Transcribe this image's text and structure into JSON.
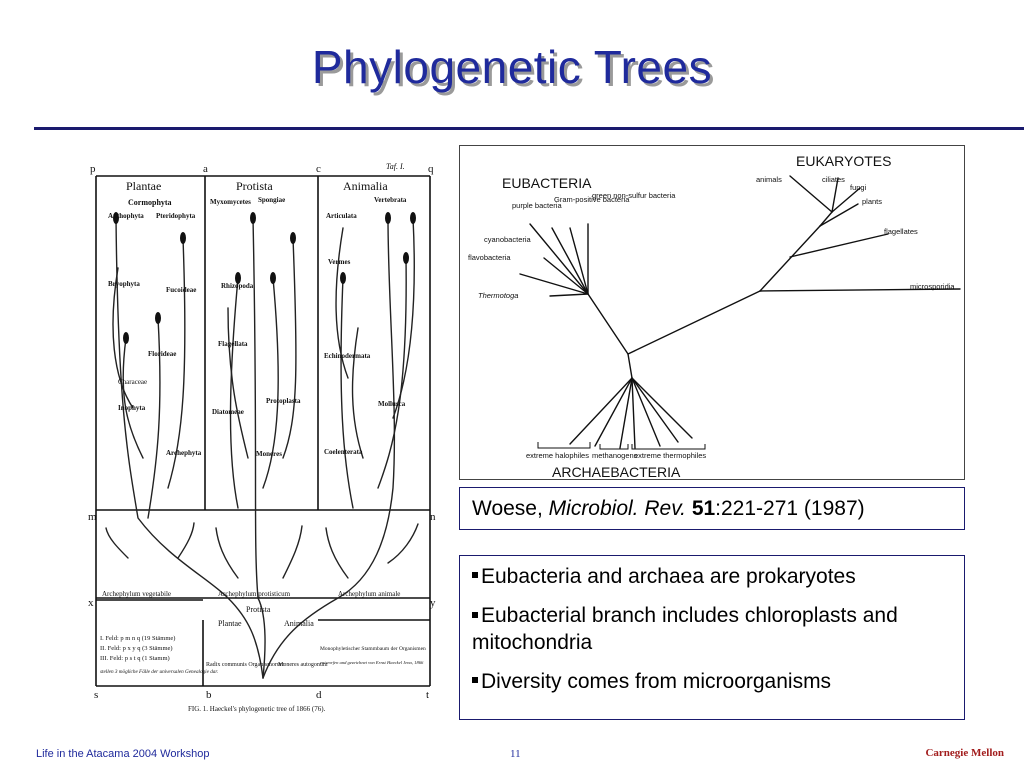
{
  "slide": {
    "title": "Phylogenetic Trees"
  },
  "haeckel": {
    "corner_labels": [
      "p",
      "a",
      "c",
      "q",
      "m",
      "n",
      "x",
      "y",
      "s",
      "b",
      "d",
      "t"
    ],
    "tafel": "Taf. I.",
    "kingdoms": [
      "Plantae",
      "Protista",
      "Animalia"
    ],
    "plant_groups": [
      "Cormophyta",
      "Anthophyta",
      "Pteridophyta",
      "Bryophyta",
      "Fucoideae",
      "Florideae",
      "Characeae",
      "Inophyta",
      "Archephyta"
    ],
    "protist_groups": [
      "Myxomycetes",
      "Spongiae",
      "Rhizopoda",
      "Flagellata",
      "Diatomeae",
      "Protoplasta",
      "Moneres"
    ],
    "animal_groups": [
      "Vertebrata",
      "Articulata",
      "Vermes",
      "Echinodermata",
      "Mollusca",
      "Coelenterata"
    ],
    "stems": [
      "Archephylum vegetabile",
      "Archephylum protisticum",
      "Archephylum animale"
    ],
    "lower_labels": [
      "Protista",
      "Plantae",
      "Animalia"
    ],
    "radix": "Radix communis Organismorum",
    "moneres_root": "Moneres autogonum",
    "legend_lines": [
      "I. Feld: p m n q (19 Stämme)",
      "II. Feld: p x y q (3 Stämme)",
      "III. Feld: p s t q (1 Stamm)"
    ],
    "legend_note": "stellen 3 mögliche Fälle der universalen Genealogie dar.",
    "mono_title": "Monophyletischer Stammbaum der Organismen",
    "mono_author": "entworfen und gezeichnet von Ernst Haeckel Jena, 1866",
    "caption": "FIG. 1. Haeckel's phylogenetic tree of 1866 (76)."
  },
  "woese": {
    "domains": {
      "bacteria": "EUBACTERIA",
      "eukarya": "EUKARYOTES",
      "archaea": "ARCHAEBACTERIA"
    },
    "bacteria_taxa": [
      "purple bacteria",
      "Gram-positive bacteria",
      "green non-sulfur bacteria",
      "cyanobacteria",
      "flavobacteria",
      "Thermotoga"
    ],
    "eukarya_taxa": [
      "animals",
      "ciliates",
      "fungi",
      "plants",
      "flagellates",
      "microsporidia"
    ],
    "archaea_taxa": [
      "extreme halophiles",
      "methanogens",
      "extreme thermophiles"
    ]
  },
  "citation": {
    "author": "Woese, ",
    "journal": "Microbiol. Rev.",
    "volume": "51",
    "pages": ":221-271 (1987)"
  },
  "bullets": [
    "Eubacteria and archaea are prokaryotes",
    "Eubacterial branch includes chloroplasts and mitochondria",
    "Diversity comes from microorganisms"
  ],
  "footer": {
    "left": "Life in the Atacama 2004 Workshop",
    "page": "11",
    "right": "Carnegie Mellon"
  }
}
